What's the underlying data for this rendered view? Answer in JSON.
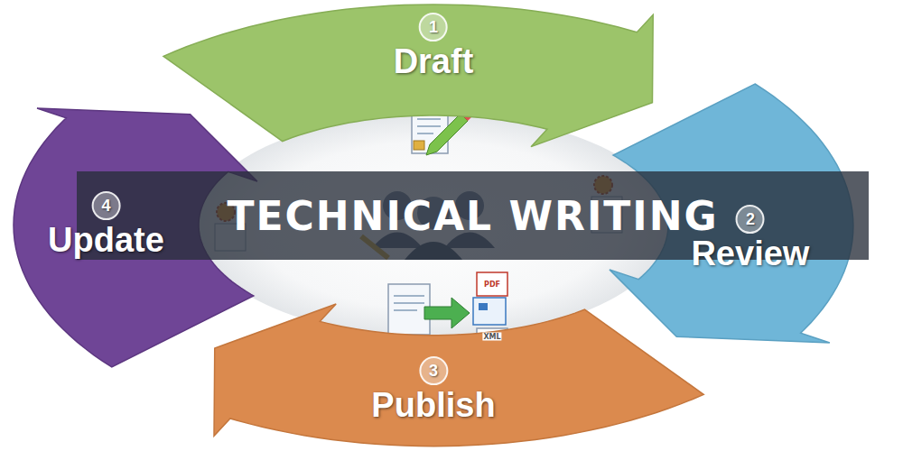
{
  "diagram": {
    "title": "TECHNICAL WRITING",
    "nodes": [
      {
        "text": [
          "1",
          "Draft"
        ]
      },
      {
        "text": [
          "2",
          "Review"
        ]
      },
      {
        "text": [
          "3",
          "Publish"
        ]
      },
      {
        "text": [
          "4",
          "Update"
        ]
      }
    ],
    "labels": [
      "PDF",
      "XML"
    ]
  }
}
